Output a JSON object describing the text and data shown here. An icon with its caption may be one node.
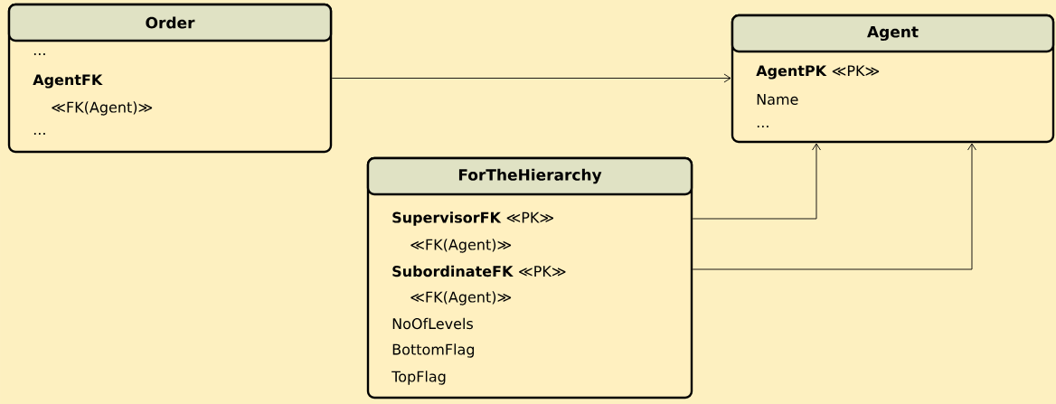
{
  "diagram": {
    "nodes": [
      {
        "text": [
          "Order",
          "...",
          "AgentFK",
          "≪FK(Agent)≫",
          "..."
        ]
      },
      {
        "text": [
          "Agent",
          "**AgentPK** ≪PK≫",
          "Name",
          "..."
        ]
      },
      {
        "text": [
          "ForTheHierarchy",
          "**SupervisorFK** ≪PK≫",
          "≪FK(Agent)≫",
          "**SubordinateFK** ≪PK≫",
          "≪FK(Agent)≫",
          "NoOfLevels",
          "BottomFlag",
          "TopFlag"
        ]
      }
    ],
    "edges": [
      {
        "from": 0,
        "to": 1,
        "arrow": "to"
      },
      {
        "from": 2,
        "to": 1,
        "arrow": "to"
      },
      {
        "from": 2,
        "to": 1,
        "arrow": "to"
      }
    ]
  }
}
